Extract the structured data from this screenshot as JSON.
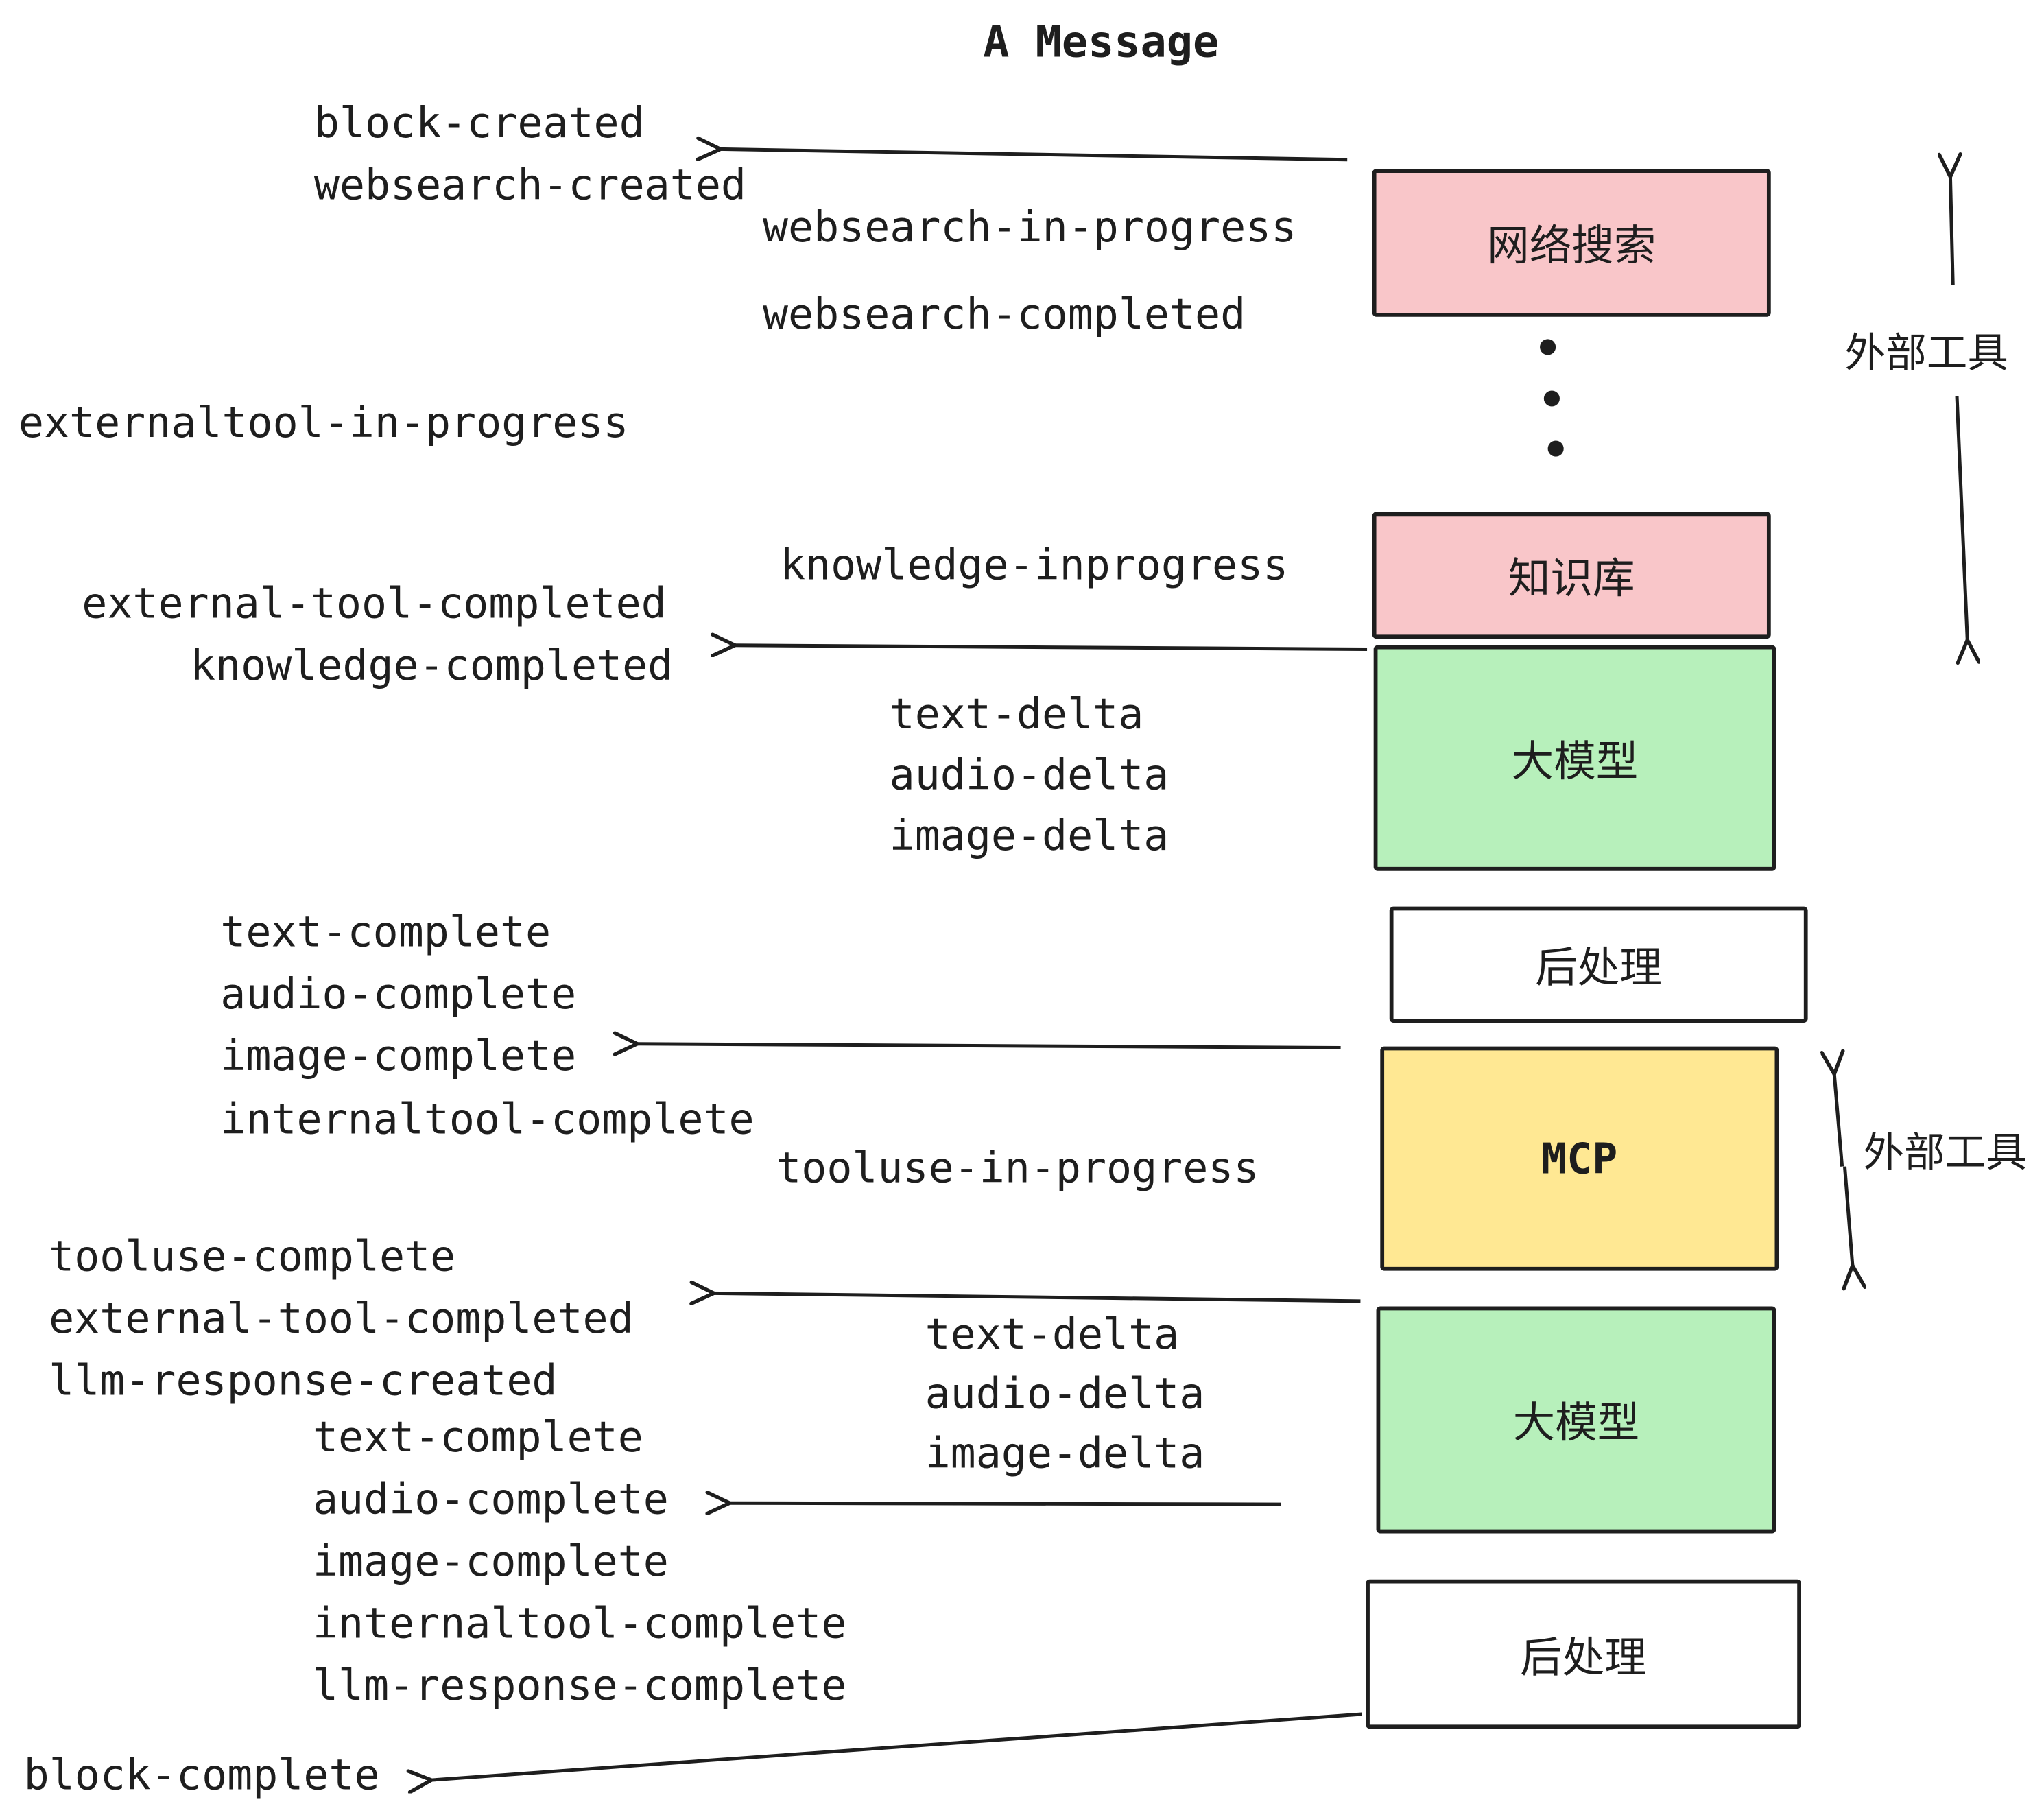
{
  "title": "A Message",
  "boxes": {
    "websearch": {
      "label": "网络搜索"
    },
    "knowledge": {
      "label": "知识库"
    },
    "llm1": {
      "label": "大模型"
    },
    "post1": {
      "label": "后处理"
    },
    "mcp": {
      "label": "MCP"
    },
    "llm2": {
      "label": "大模型"
    },
    "post2": {
      "label": "后处理"
    }
  },
  "side": {
    "external_tool_top": "外部工具",
    "external_tool_mid": "外部工具"
  },
  "events": {
    "block_created": "block-created",
    "websearch_created": "websearch-created",
    "websearch_in_progress": "websearch-in-progress",
    "websearch_completed": "websearch-completed",
    "externaltool_in_progress": "externaltool-in-progress",
    "knowledge_inprogress": "knowledge-inprogress",
    "external_tool_completed_1": "external-tool-completed",
    "knowledge_completed": "knowledge-completed",
    "text_delta_1": "text-delta",
    "audio_delta_1": "audio-delta",
    "image_delta_1": "image-delta",
    "text_complete_1": "text-complete",
    "audio_complete_1": "audio-complete",
    "image_complete_1": "image-complete",
    "internaltool_complete_1": "internaltool-complete",
    "tooluse_in_progress": "tooluse-in-progress",
    "tooluse_complete": "tooluse-complete",
    "external_tool_completed_2": "external-tool-completed",
    "llm_response_created": "llm-response-created",
    "text_delta_2": "text-delta",
    "audio_delta_2": "audio-delta",
    "image_delta_2": "image-delta",
    "text_complete_2": "text-complete",
    "audio_complete_2": "audio-complete",
    "image_complete_2": "image-complete",
    "internaltool_complete_2": "internaltool-complete",
    "llm_response_complete": "llm-response-complete",
    "block_complete": "block-complete"
  },
  "colors": {
    "pink": "#f9c6c9",
    "green": "#b7f0bb",
    "yellow": "#ffe893",
    "white": "#ffffff",
    "stroke": "#1e1e1e"
  }
}
